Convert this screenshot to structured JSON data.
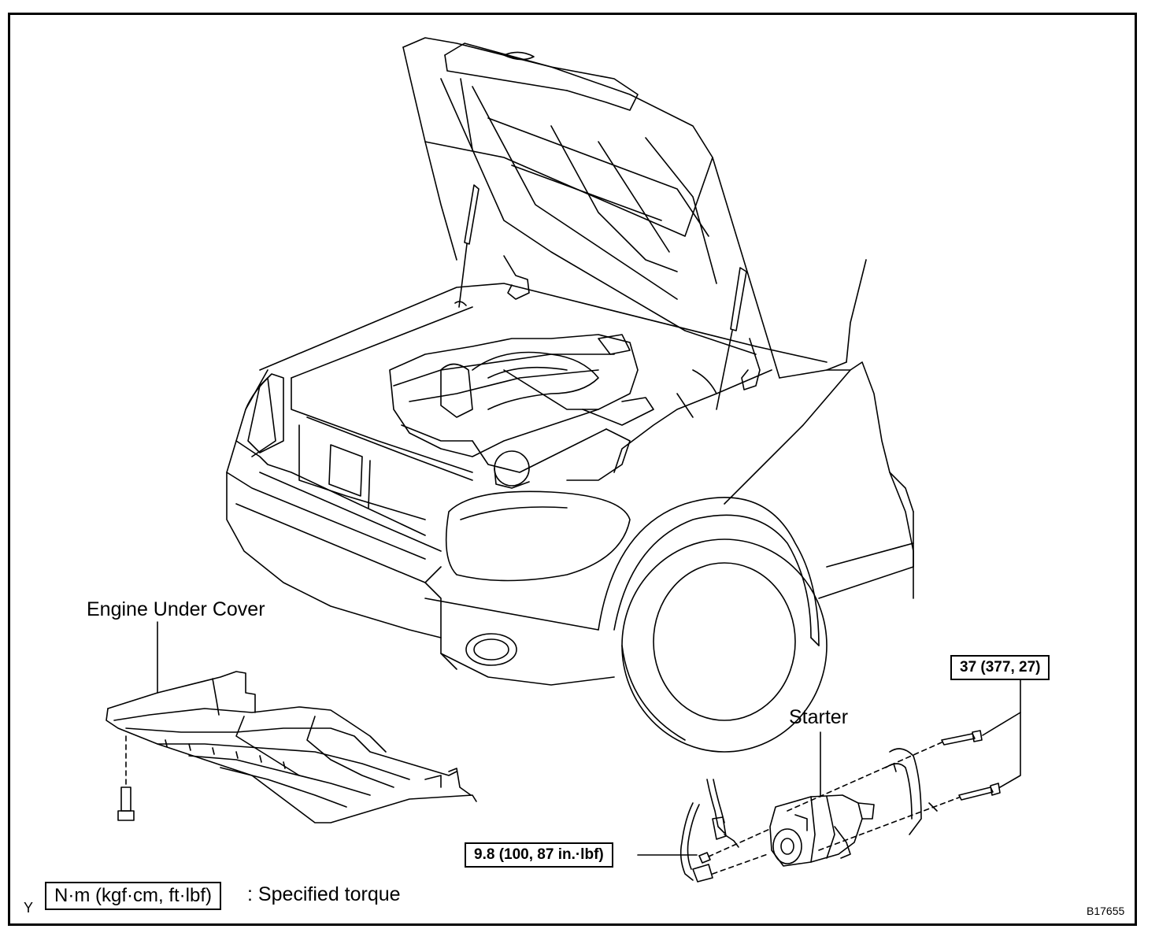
{
  "labels": {
    "engine_under_cover": "Engine Under Cover",
    "starter": "Starter",
    "torque_bolts": "37 (377, 27)",
    "torque_nut": "9.8 (100, 87 in.·lbf)"
  },
  "legend": {
    "unit_box": "N·m (kgf·cm, ft·lbf)",
    "text": ": Specified torque"
  },
  "corner_mark": "Y",
  "figure_code": "B17655"
}
